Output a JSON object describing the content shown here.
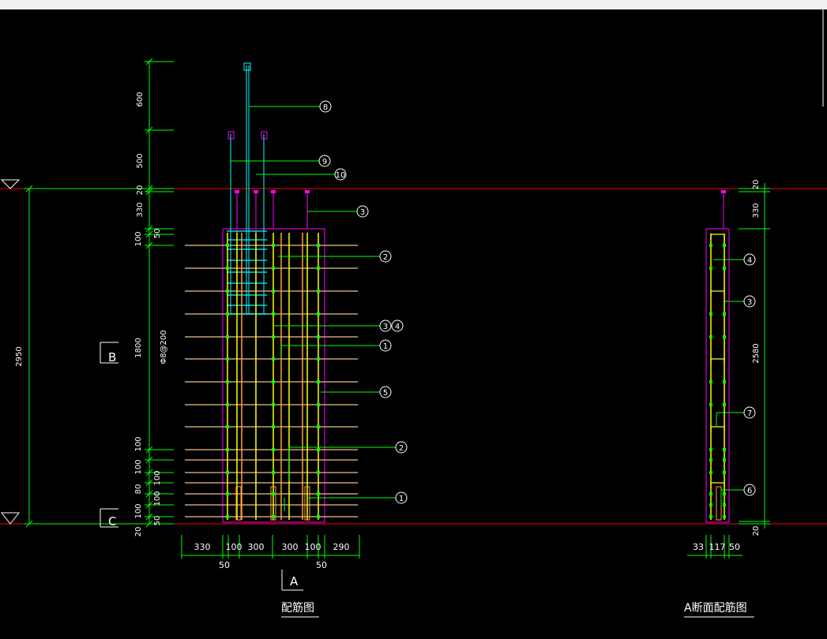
{
  "top_dims": [
    "600",
    "500",
    "20",
    "330"
  ],
  "left_dims": [
    "50",
    "100",
    "1800",
    "Φ8@200",
    "100",
    "100",
    "100",
    "80",
    "100",
    "100",
    "50",
    "20"
  ],
  "total_height": "2950",
  "section_b": "B",
  "section_c": "C",
  "bottom_dims": [
    "330",
    "100",
    "300",
    "300",
    "100",
    "290"
  ],
  "bottom_sub_dims": [
    "50",
    "50"
  ],
  "section_a": "A",
  "main_title": "配筋图",
  "right_dims": [
    "20",
    "330",
    "2580",
    "20"
  ],
  "right_bottom_dims": [
    "33",
    "117",
    "50"
  ],
  "section_title": "A断面配筋图",
  "tags": [
    "8",
    "9",
    "10",
    "3",
    "2",
    "3",
    "4",
    "1",
    "5",
    "2",
    "1"
  ],
  "right_tags": [
    "4",
    "3",
    "7",
    "6"
  ],
  "colors": {
    "background": "#000000",
    "dimension": "#00ff00",
    "level_line": "#ff0000",
    "outline": "#ff00ff",
    "rebar_yellow": "#ffff00",
    "rebar_cyan": "#00ffff",
    "rebar_tan": "#c8a070",
    "text": "#ffffff"
  }
}
